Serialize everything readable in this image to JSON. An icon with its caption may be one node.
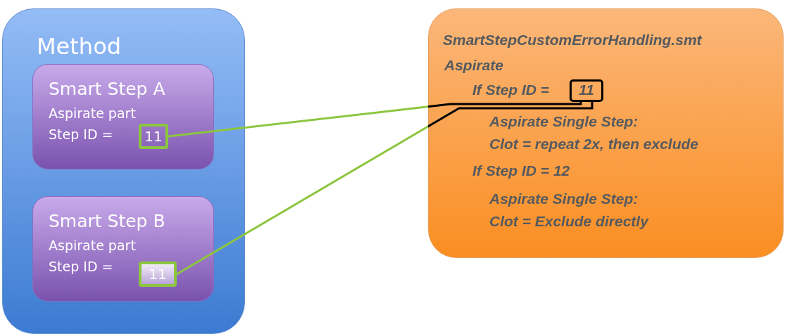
{
  "diagram": {
    "nodes": [
      {
        "text": [
          "Method"
        ]
      },
      {
        "text": [
          "Smart Step A",
          "Aspirate part",
          "Step ID ="
        ],
        "in": 0
      },
      {
        "text": [
          "11"
        ],
        "in": 1
      },
      {
        "text": [
          "Smart Step B",
          "Aspirate part",
          "Step ID ="
        ],
        "in": 0
      },
      {
        "text": [
          "11"
        ],
        "in": 3
      },
      {
        "text": [
          "SmartStepCustomErrorHandling.smt",
          "Aspirate",
          "If Step ID =",
          "Aspirate Single Step:",
          "Clot = repeat 2x, then exclude",
          "If Step ID = 12",
          "Aspirate Single Step:",
          "Clot = Exclude directly"
        ]
      },
      {
        "text": [
          "11"
        ],
        "in": 5
      }
    ],
    "edges": [
      {
        "from": 2,
        "to": 6,
        "arrow": "none"
      },
      {
        "from": 4,
        "to": 6,
        "arrow": "none"
      }
    ]
  }
}
